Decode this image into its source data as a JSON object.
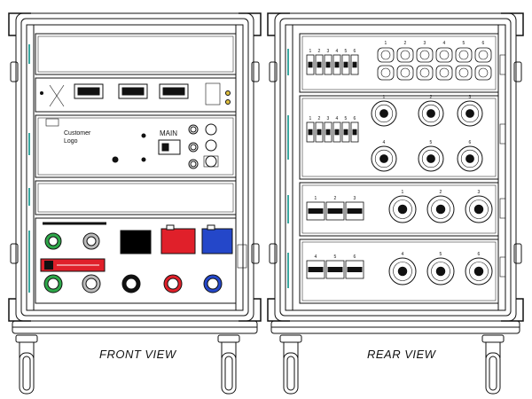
{
  "captions": {
    "front": "FRONT VIEW",
    "rear": "REAR  VIEW"
  },
  "front": {
    "customer_logo_text": "Customer\nLogo",
    "main_label": "MAIN"
  },
  "rear": {
    "row1_breaker_numbers": [
      "1",
      "2",
      "3",
      "4",
      "5",
      "6"
    ],
    "row1_outlet_numbers": [
      "1",
      "2",
      "3",
      "4",
      "5",
      "6"
    ],
    "row2_breaker_numbers": [
      "1",
      "2",
      "3",
      "4",
      "5",
      "6"
    ],
    "row2_outlet_numbers": [
      "1",
      "2",
      "3",
      "4",
      "5",
      "6"
    ],
    "row3_breaker_numbers": [
      "1",
      "2",
      "3"
    ],
    "row3_outlet_numbers": [
      "1",
      "2",
      "3"
    ],
    "row4_breaker_numbers": [
      "4",
      "5",
      "6"
    ],
    "row4_outlet_numbers": [
      "4",
      "5",
      "6"
    ]
  },
  "colors": {
    "line": "#111111",
    "accent_teal": "#3aa7a0",
    "connector_red": "#e0202a",
    "connector_blue": "#2447c9",
    "connector_green": "#2ea84a",
    "connector_black": "#000000"
  }
}
